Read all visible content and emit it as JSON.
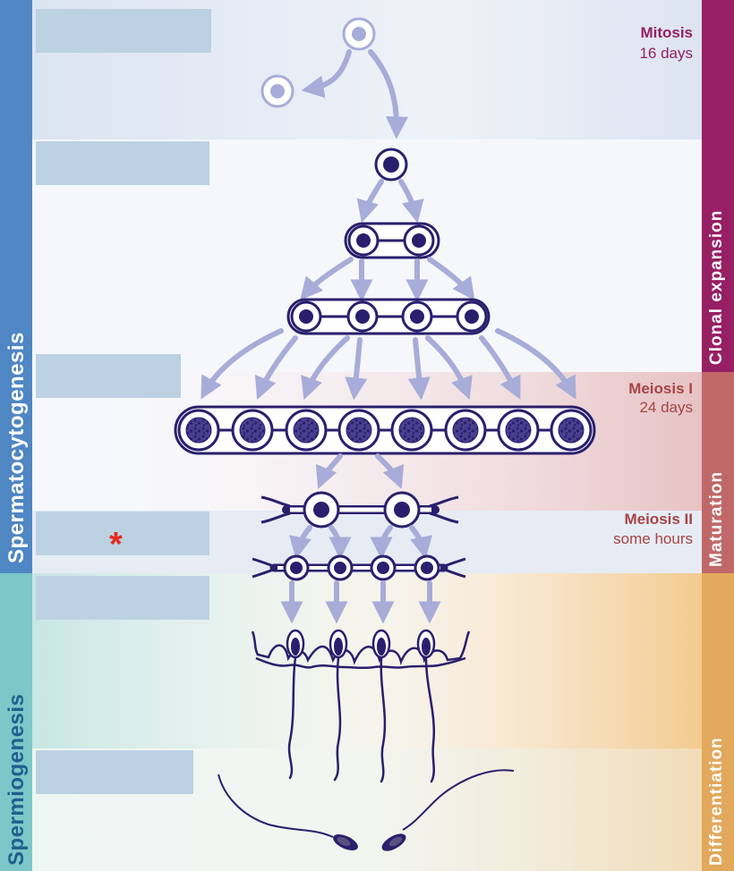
{
  "left_bands": {
    "spermatocytogenesis": {
      "label": "Spermatocytogenesis",
      "color": "#4f86c4"
    },
    "spermiogenesis": {
      "label": "Spermiogenesis",
      "color": "#7cc7c7"
    }
  },
  "right_bands": {
    "clonal_expansion": {
      "label": "Clonal expansion",
      "color": "#971f63"
    },
    "maturation": {
      "label": "Maturation",
      "color": "#c06868"
    },
    "differentiation": {
      "label": "Differentiation",
      "color": "#e2a85c"
    }
  },
  "stages": {
    "mitosis": {
      "title": "Mitosis",
      "duration": "16 days",
      "color": "#971f63"
    },
    "meiosis_1": {
      "title": "Meiosis I",
      "duration": "24 days",
      "color": "#a64444"
    },
    "meiosis_2": {
      "title": "Meiosis II",
      "duration": "some hours",
      "color": "#a64444"
    }
  },
  "label_placeholders": [
    "blank-1",
    "blank-2",
    "blank-3",
    "blank-4",
    "blank-5",
    "blank-6"
  ],
  "marker": {
    "symbol": "*",
    "color": "#e5291f"
  },
  "colors": {
    "cell_outline": "#2a1f6d",
    "arrow": "#a7acd8",
    "label_box": "#bcd2e3"
  }
}
